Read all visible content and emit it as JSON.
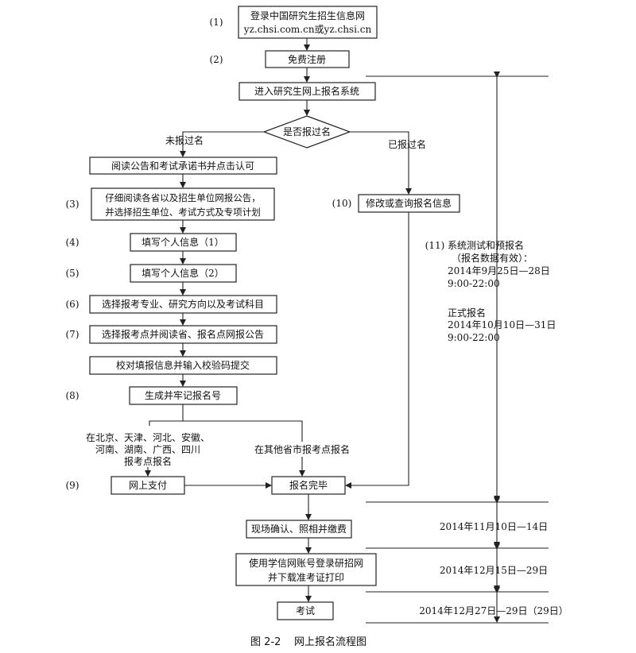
{
  "steps": {
    "s1": {
      "num": "(1)",
      "line1": "登录中国研究生招生信息网",
      "line2": "yz.chsi.com.cn或yz.chsi.cn"
    },
    "s2": {
      "num": "(2)",
      "label": "免费注册"
    },
    "enter": "进入研究生网上报名系统",
    "decision": "是否报过名",
    "branch_no": "未报过名",
    "branch_yes": "已报过名",
    "read_notice": "阅读公告和考试承诺书并点击认可",
    "s3": {
      "num": "(3)",
      "line1": "仔细阅读各省以及招生单位网报公告，",
      "line2": "并选择招生单位、考试方式及专项计划"
    },
    "s4": {
      "num": "(4)",
      "label": "填写个人信息（1）"
    },
    "s5": {
      "num": "(5)",
      "label": "填写个人信息（2）"
    },
    "s6": {
      "num": "(6)",
      "label": "选择报考专业、研究方向以及考试科目"
    },
    "s7": {
      "num": "(7)",
      "label": "选择报考点并阅读省、报名点网报公告"
    },
    "verify": "校对填报信息并输入校验码提交",
    "s8": {
      "num": "(8)",
      "label": "生成并牢记报名号"
    },
    "region_a": {
      "line1": "在北京、天津、河北、安徽、",
      "line2": "河南、湖南、广西、四川",
      "line3": "报考点报名"
    },
    "region_b": "在其他省市报考点报名",
    "s9": {
      "num": "(9)",
      "label": "网上支付"
    },
    "done": "报名完毕",
    "s10": {
      "num": "(10)",
      "label": "修改或查询报名信息"
    },
    "confirm": "现场确认、照相并缴费",
    "download": {
      "line1": "使用学信网账号登录研招网",
      "line2": "并下载准考证打印"
    },
    "exam": "考试",
    "s11": {
      "num": "(11)",
      "pre_title": "系统测试和预报名",
      "pre_note": "（报名数据有效）：",
      "pre_date": "2014年9月25日—28日",
      "pre_time": "9:00-22:00",
      "formal_title": "正式报名",
      "formal_date": "2014年10月10日—31日",
      "formal_time": "9:00-22:00"
    },
    "date_confirm": "2014年11月10日—14日",
    "date_download": "2014年12月15日—29日",
    "date_exam": "2014年12月27日—29日（29日）"
  },
  "caption": "图 2-2    网上报名流程图"
}
